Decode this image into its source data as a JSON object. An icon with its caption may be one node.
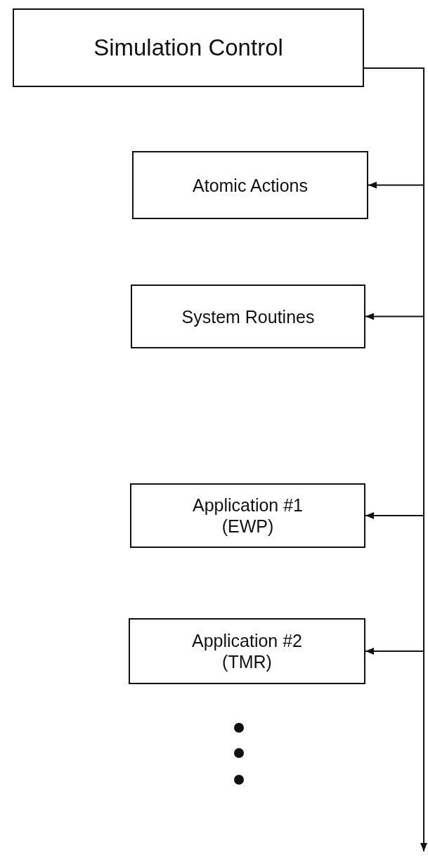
{
  "diagram": {
    "nodes": [
      {
        "text": [
          "Simulation Control"
        ]
      },
      {
        "text": [
          "Atomic Actions"
        ]
      },
      {
        "text": [
          "System Routines"
        ]
      },
      {
        "text": [
          "Application #1 (EWP)"
        ]
      },
      {
        "text": [
          "Application #2 (TMR)"
        ]
      }
    ],
    "edges": [
      {
        "from": 0,
        "to": 1,
        "arrow": "to"
      },
      {
        "from": 0,
        "to": 2,
        "arrow": "to"
      },
      {
        "from": 0,
        "to": 3,
        "arrow": "to"
      },
      {
        "from": 0,
        "to": 4,
        "arrow": "to"
      },
      {
        "from": 0,
        "to": null,
        "arrow": "to"
      }
    ]
  }
}
